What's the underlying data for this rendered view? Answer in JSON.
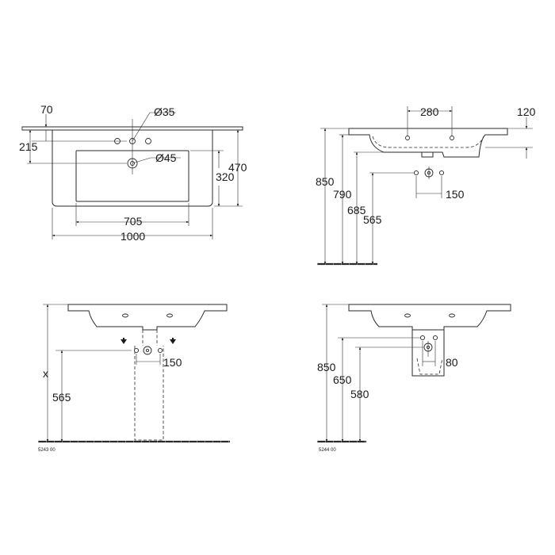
{
  "views": {
    "top": {
      "dims": {
        "rim": "70",
        "tap_hole_dia": "Ø35",
        "tap_to_edge": "215",
        "waste_dia": "Ø45",
        "depth_total": "470",
        "basin_depth": "320",
        "basin_width": "705",
        "overall_width": "1000"
      }
    },
    "side": {
      "dims": {
        "tap_spacing": "280",
        "thickness": "120",
        "height_rim": "850",
        "height_underside": "790",
        "height_waste": "685",
        "height_supply": "565",
        "supply_spacing": "150"
      }
    },
    "front_left": {
      "dims": {
        "variable_height": "x",
        "height_supply": "565",
        "supply_spacing": "150"
      },
      "code": "5243 00"
    },
    "front_right": {
      "dims": {
        "height_rim": "850",
        "height_waste": "650",
        "height_supply": "580",
        "supply_spacing": "80"
      },
      "code": "5244 00"
    }
  }
}
